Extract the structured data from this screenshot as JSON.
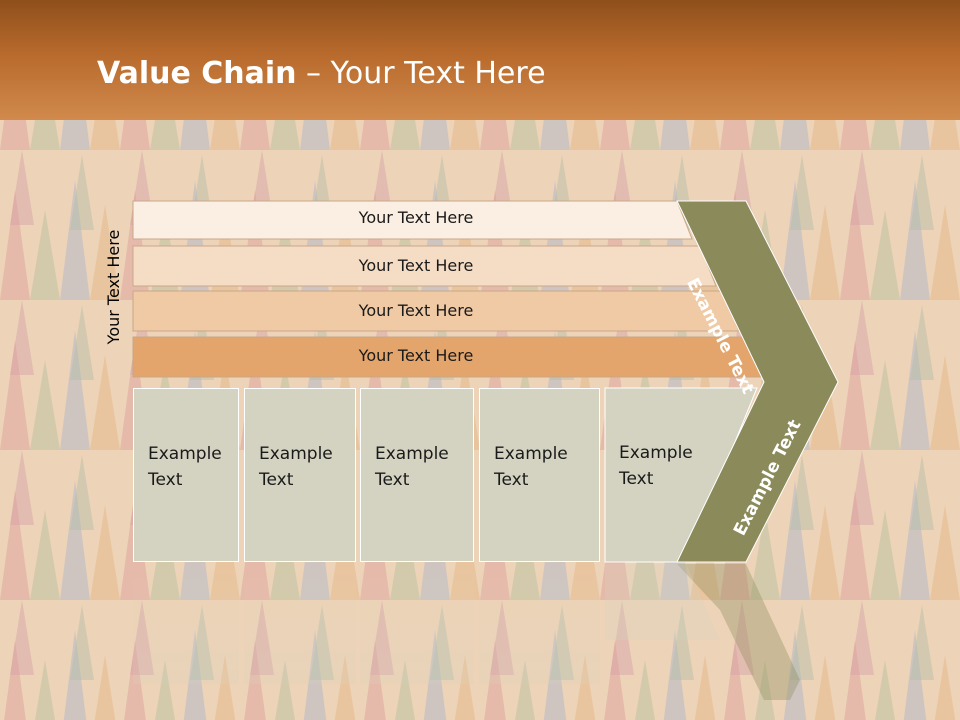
{
  "title": {
    "bold": "Value Chain",
    "rest": " – Your Text Here"
  },
  "side_label": "Your Text Here",
  "bars": [
    "Your Text Here",
    "Your Text Here",
    "Your Text Here",
    "Your Text Here"
  ],
  "boxes": [
    {
      "line1": "Example",
      "line2": "Text"
    },
    {
      "line1": "Example",
      "line2": "Text"
    },
    {
      "line1": "Example",
      "line2": "Text"
    },
    {
      "line1": "Example",
      "line2": "Text"
    },
    {
      "line1": "Example",
      "line2": "Text"
    }
  ],
  "chevron": {
    "upper": "Example Text",
    "lower": "Example Text"
  },
  "colors": {
    "header": "#b86a2c",
    "bar1": "#fbeee2",
    "bar2": "#f5dcc4",
    "bar3": "#f0c9a5",
    "bar4": "#e3a56c",
    "box": "#d4d3c1",
    "chevron": "#8a8a5a"
  }
}
